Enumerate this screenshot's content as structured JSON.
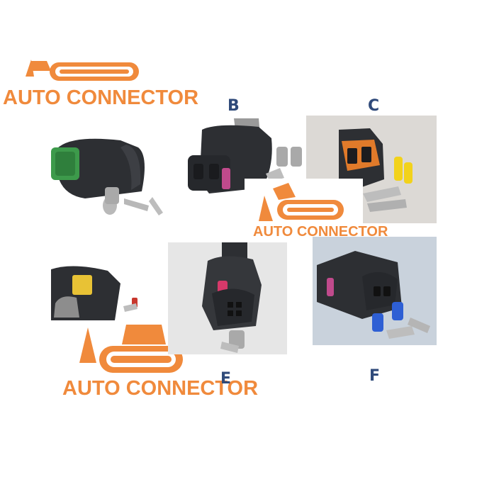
{
  "brand": {
    "name": "AUTO CONNECTOR",
    "color": "#f08a3c"
  },
  "labels": {
    "b": "B",
    "c": "C",
    "e": "E",
    "f": "F"
  },
  "colors": {
    "label": "#2f4a7a",
    "connector_body": "#2d2f33",
    "seal_grey": "#a9a9a9",
    "seal_yellow": "#f2d21b",
    "seal_blue": "#2e5fd4",
    "seal_red": "#c8372d",
    "latch_green": "#3d9a4b",
    "latch_orange": "#e07a2a",
    "latch_pink": "#c04a8c"
  }
}
